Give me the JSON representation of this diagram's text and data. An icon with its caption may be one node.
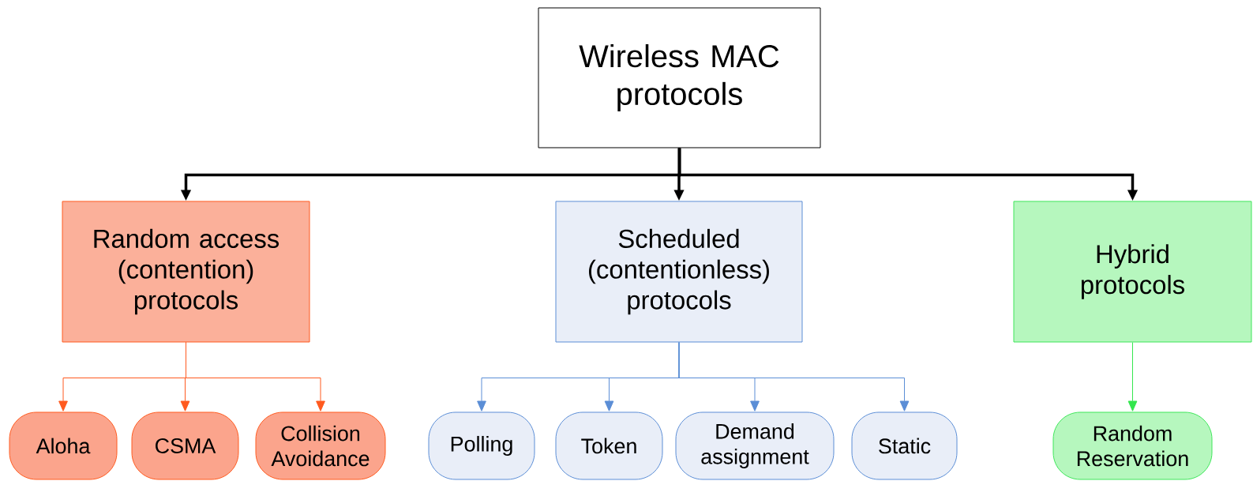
{
  "diagram": {
    "nodes": [
      {
        "text": [
          "Wireless MAC protocols"
        ]
      },
      {
        "text": [
          "Random access (contention) protocols"
        ]
      },
      {
        "text": [
          "Scheduled (contentionless) protocols"
        ]
      },
      {
        "text": [
          "Hybrid protocols"
        ]
      },
      {
        "text": [
          "Aloha"
        ]
      },
      {
        "text": [
          "CSMA"
        ]
      },
      {
        "text": [
          "Collision Avoidance"
        ]
      },
      {
        "text": [
          "Polling"
        ]
      },
      {
        "text": [
          "Token"
        ]
      },
      {
        "text": [
          "Demand assignment"
        ]
      },
      {
        "text": [
          "Static"
        ]
      },
      {
        "text": [
          "Random Reservation"
        ]
      }
    ],
    "edges": [
      {
        "from": 0,
        "to": 1,
        "arrow": "to",
        "style": "thick",
        "color": "#000000"
      },
      {
        "from": 0,
        "to": 2,
        "arrow": "to",
        "style": "thick",
        "color": "#000000"
      },
      {
        "from": 0,
        "to": 3,
        "arrow": "to",
        "style": "thick",
        "color": "#000000"
      },
      {
        "from": 1,
        "to": 4,
        "arrow": "to",
        "color": "#ff5a1f"
      },
      {
        "from": 1,
        "to": 5,
        "arrow": "to",
        "color": "#ff5a1f"
      },
      {
        "from": 1,
        "to": 6,
        "arrow": "to",
        "color": "#ff5a1f"
      },
      {
        "from": 2,
        "to": 7,
        "arrow": "to",
        "color": "#5b8ed6"
      },
      {
        "from": 2,
        "to": 8,
        "arrow": "to",
        "color": "#5b8ed6"
      },
      {
        "from": 2,
        "to": 9,
        "arrow": "to",
        "color": "#5b8ed6"
      },
      {
        "from": 2,
        "to": 10,
        "arrow": "to",
        "color": "#5b8ed6"
      },
      {
        "from": 3,
        "to": 11,
        "arrow": "to",
        "color": "#33e64d"
      }
    ]
  }
}
